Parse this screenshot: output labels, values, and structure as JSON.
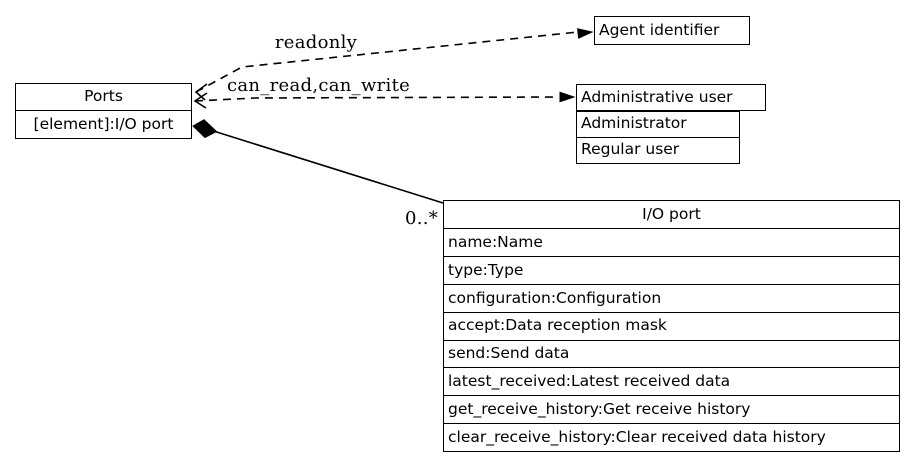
{
  "diagram": {
    "colors": {
      "background": "#ffffff",
      "line": "#000000",
      "text": "#000000"
    },
    "nodes": {
      "ports": {
        "title": "Ports",
        "attributes": [
          "[element]:I/O port"
        ]
      },
      "agent_identifier": {
        "title": "Agent identifier"
      },
      "administrative_user": {
        "title": "Administrative user",
        "members": [
          "Administrator",
          "Regular user"
        ]
      },
      "io_port": {
        "title": "I/O port",
        "attributes": [
          "name:Name",
          "type:Type",
          "configuration:Configuration",
          "accept:Data reception mask",
          "send:Send data",
          "latest_received:Latest received data",
          "get_receive_history:Get receive history",
          "clear_receive_history:Clear received data history"
        ]
      }
    },
    "edges": {
      "readonly": {
        "label": "readonly"
      },
      "can_read_write": {
        "label": "can_read,can_write"
      },
      "composition": {
        "multiplicity": "0..*"
      }
    }
  }
}
